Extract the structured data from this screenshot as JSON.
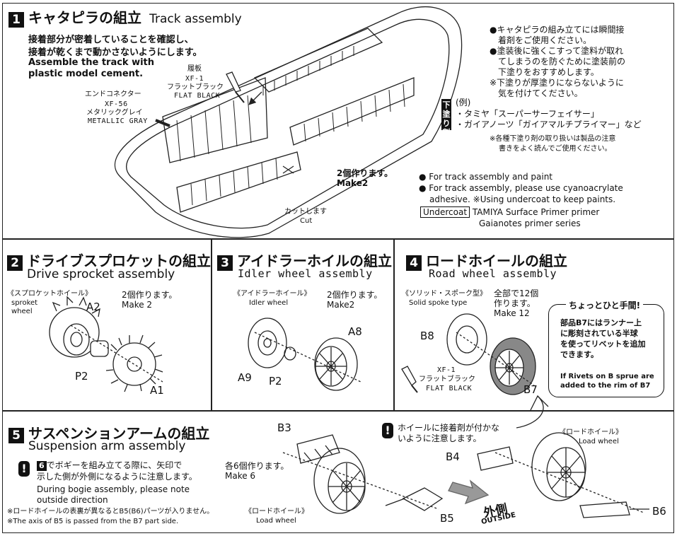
{
  "step1": {
    "num": "1",
    "title_jp": "キャタピラの組立",
    "title_en": "Track assembly",
    "instr_jp_1": "接着部分が密着していることを確認し、",
    "instr_jp_2": "接着が乾くまで動かさないようにします。",
    "instr_en_1": "Assemble the track with",
    "instr_en_2": "plastic model cement.",
    "paint1_jp": "履板",
    "paint1_code": "XF-1",
    "paint1_name_jp": "フラットブラック",
    "paint1_name_en": "FLAT BLACK",
    "paint2_label": "エンドコネクター",
    "paint2_code": "XF-56",
    "paint2_name_jp": "メタリックグレイ",
    "paint2_name_en": "METALLIC GRAY",
    "make_jp": "2個作ります。",
    "make_en": "Make2",
    "cut_jp": "カットします",
    "cut_en": "Cut",
    "notes_jp": [
      "●キャタピラの組み立てには瞬間接",
      "　着剤をご使用ください。",
      "●塗装後に強くこすって塗料が取れ",
      "　てしまうのを防ぐために塗装前の",
      "　下塗りをおすすめします。",
      "※下塗りが厚塗りにならないように",
      "　気を付けてください。"
    ],
    "primer_tag": "下塗り剤",
    "primer_ex": "(例)",
    "primer_1": "・タミヤ「スーパーサーフェイサー」",
    "primer_2": "・ガイアノーツ「ガイアマルチプライマー」など",
    "primer_note_1": "※各種下塗り剤の取り扱いは製品の注意",
    "primer_note_2": "書きをよく読んでご使用ください。",
    "notes_en_1": "● For track assembly and paint",
    "notes_en_2": "● For track assembly, please use cyanoacrylate",
    "notes_en_3": "adhesive. ※Using undercoat to keep paints.",
    "undercoat": "Undercoat",
    "undercoat_1": "TAMIYA Surface Primer primer",
    "undercoat_2": "Gaianotes primer series"
  },
  "step2": {
    "num": "2",
    "title_jp": "ドライブスプロケットの組立",
    "title_en": "Drive sprocket assembly",
    "part_jp": "《スプロケットホイール》",
    "part_en_1": "sproket",
    "part_en_2": "wheel",
    "make_jp": "2個作ります。",
    "make_en": "Make 2",
    "labels": [
      "A2",
      "P2",
      "A1"
    ]
  },
  "step3": {
    "num": "3",
    "title_jp": "アイドラーホイルの組立",
    "title_en": "Idler wheel assembly",
    "part_jp": "《アイドラーホイール》",
    "part_en": "Idler wheel",
    "make_jp": "2個作ります。",
    "make_en": "Make2",
    "labels": [
      "A8",
      "A9",
      "P2"
    ]
  },
  "step4": {
    "num": "4",
    "title_jp": "ロードホイールの組立",
    "title_en": "Road wheel assembly",
    "part_jp": "《ソリッド・スポーク型》",
    "part_en": "Solid spoke type",
    "make_jp_1": "全部で12個",
    "make_jp_2": "作ります。",
    "make_en": "Make 12",
    "paint_code": "XF-1",
    "paint_jp": "フラットブラック",
    "paint_en": "FLAT BLACK",
    "labels": [
      "B8",
      "B7"
    ],
    "tip_title": "ちょっとひと手間!",
    "tip_jp": [
      "部品B7にはランナー上",
      "に彫刻されている半球",
      "を使ってリベットを追加",
      "できます。"
    ],
    "tip_en_1": "If Rivets on B sprue are",
    "tip_en_2": "added to the rim of B7"
  },
  "step5": {
    "num": "5",
    "title_jp": "サスペンションアームの組立",
    "title_en": "Suspension arm assembly",
    "warn_mark": "!",
    "step_ref": "6",
    "warn_jp_1": "でボギーを組み立てる際に、矢印で",
    "warn_jp_2": "示した側が外側になるように注意します。",
    "warn_en_1": "During bogie assembly, please note",
    "warn_en_2": "outside direction",
    "foot_jp": "※ロードホイールの表裏が異なるとB5(B6)パーツが入りません。",
    "foot_en": "※The axis of B5 is passed from the B7 part side.",
    "make_jp": "各6個作ります。",
    "make_en": "Make 6",
    "load_jp": "《ロードホイール》",
    "load_en": "Load wheel",
    "glue_jp_1": "ホイールに接着剤が付かな",
    "glue_jp_2": "いように注意します。",
    "load2_jp": "《ロードホイール》",
    "load2_en": "Load wheel",
    "outside_jp": "外側",
    "outside_en": "OUTSIDE",
    "labels": [
      "B3",
      "B4",
      "B5",
      "B6"
    ]
  }
}
